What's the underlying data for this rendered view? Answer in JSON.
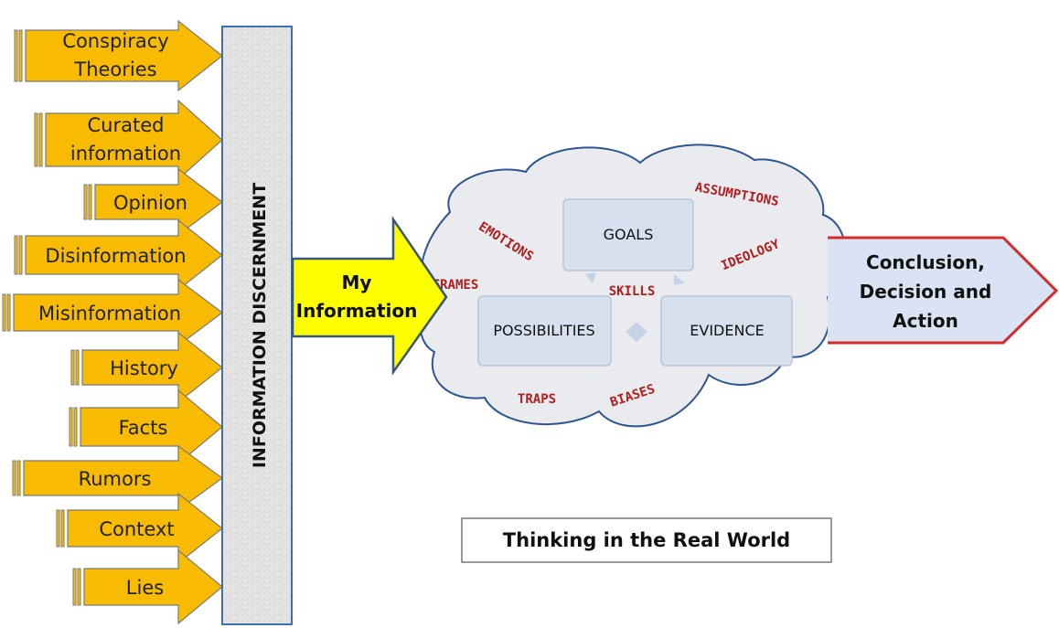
{
  "colors": {
    "arrow_fill": "#f8bb00",
    "arrow_stroke": "#7a7a7a",
    "bar_stroke": "#3e6fae",
    "bar_fill": "#e3e3e3",
    "my_info_fill": "#ffff00",
    "cloud_fill": "#e9ebef",
    "cloud_stroke": "#2e5591",
    "box_fill": "#d6e0ee",
    "box_stroke": "#b9c6d9",
    "word_color": "#b01e1e",
    "conclusion_fill": "#dae3f3",
    "conclusion_stroke": "#d42c2c"
  },
  "inputs": [
    {
      "line1": "Conspiracy",
      "line2": "Theories"
    },
    {
      "line1": "Curated",
      "line2": "information"
    },
    {
      "line1": "Opinion",
      "line2": ""
    },
    {
      "line1": "Disinformation",
      "line2": ""
    },
    {
      "line1": "Misinformation",
      "line2": ""
    },
    {
      "line1": "History",
      "line2": ""
    },
    {
      "line1": "Facts",
      "line2": ""
    },
    {
      "line1": "Rumors",
      "line2": ""
    },
    {
      "line1": "Context",
      "line2": ""
    },
    {
      "line1": "Lies",
      "line2": ""
    }
  ],
  "filter_bar": {
    "label": "INFORMATION DISCERNMENT"
  },
  "my_information": {
    "line1": "My",
    "line2": "Information"
  },
  "cloud": {
    "boxes": {
      "goals": "GOALS",
      "possibilities": "POSSIBILITIES",
      "evidence": "EVIDENCE"
    },
    "words": {
      "emotions": "EMOTIONS",
      "assumptions": "ASSUMPTIONS",
      "ideology": "IDEOLOGY",
      "frames": "FRAMES",
      "skills": "SKILLS",
      "traps": "TRAPS",
      "biases": "BIASES"
    }
  },
  "conclusion": {
    "line1": "Conclusion,",
    "line2": "Decision and",
    "line3": "Action"
  },
  "caption": "Thinking in the Real World"
}
